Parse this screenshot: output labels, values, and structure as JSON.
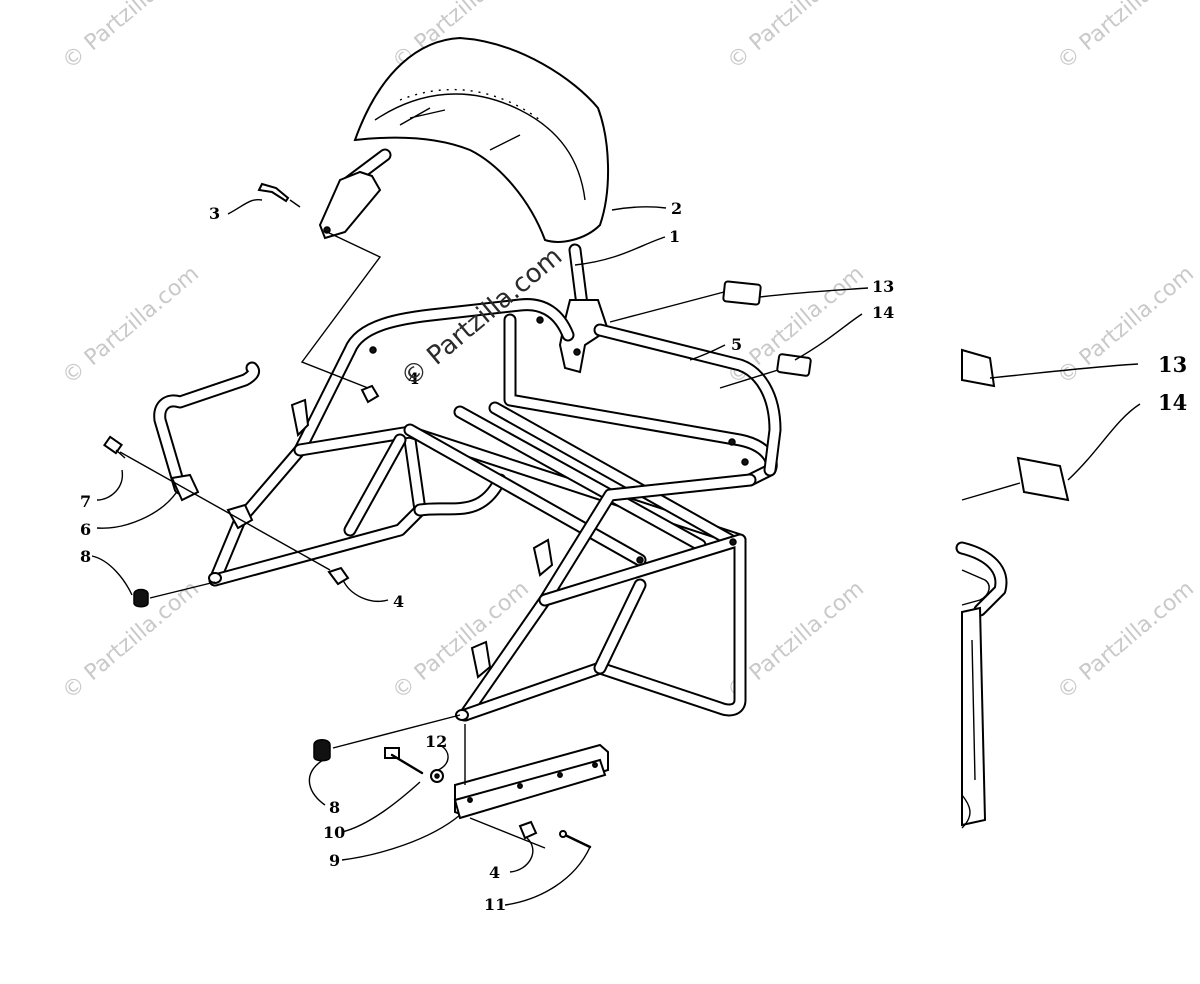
{
  "watermark": {
    "text": "© Partzilla.com",
    "center_text": "© Partzilla.com"
  },
  "callouts": [
    {
      "id": "c1",
      "label": "1"
    },
    {
      "id": "c2",
      "label": "2"
    },
    {
      "id": "c3",
      "label": "3"
    },
    {
      "id": "c4a",
      "label": "4"
    },
    {
      "id": "c4b",
      "label": "4"
    },
    {
      "id": "c4c",
      "label": "4"
    },
    {
      "id": "c5",
      "label": "5"
    },
    {
      "id": "c6",
      "label": "6"
    },
    {
      "id": "c7",
      "label": "7"
    },
    {
      "id": "c8a",
      "label": "8"
    },
    {
      "id": "c8b",
      "label": "8"
    },
    {
      "id": "c9",
      "label": "9"
    },
    {
      "id": "c10",
      "label": "10"
    },
    {
      "id": "c11",
      "label": "11"
    },
    {
      "id": "c12",
      "label": "12"
    },
    {
      "id": "c13",
      "label": "13"
    },
    {
      "id": "c14",
      "label": "14"
    }
  ],
  "inset_callouts": [
    {
      "id": "i13",
      "label": "13"
    },
    {
      "id": "i14",
      "label": "14"
    }
  ]
}
